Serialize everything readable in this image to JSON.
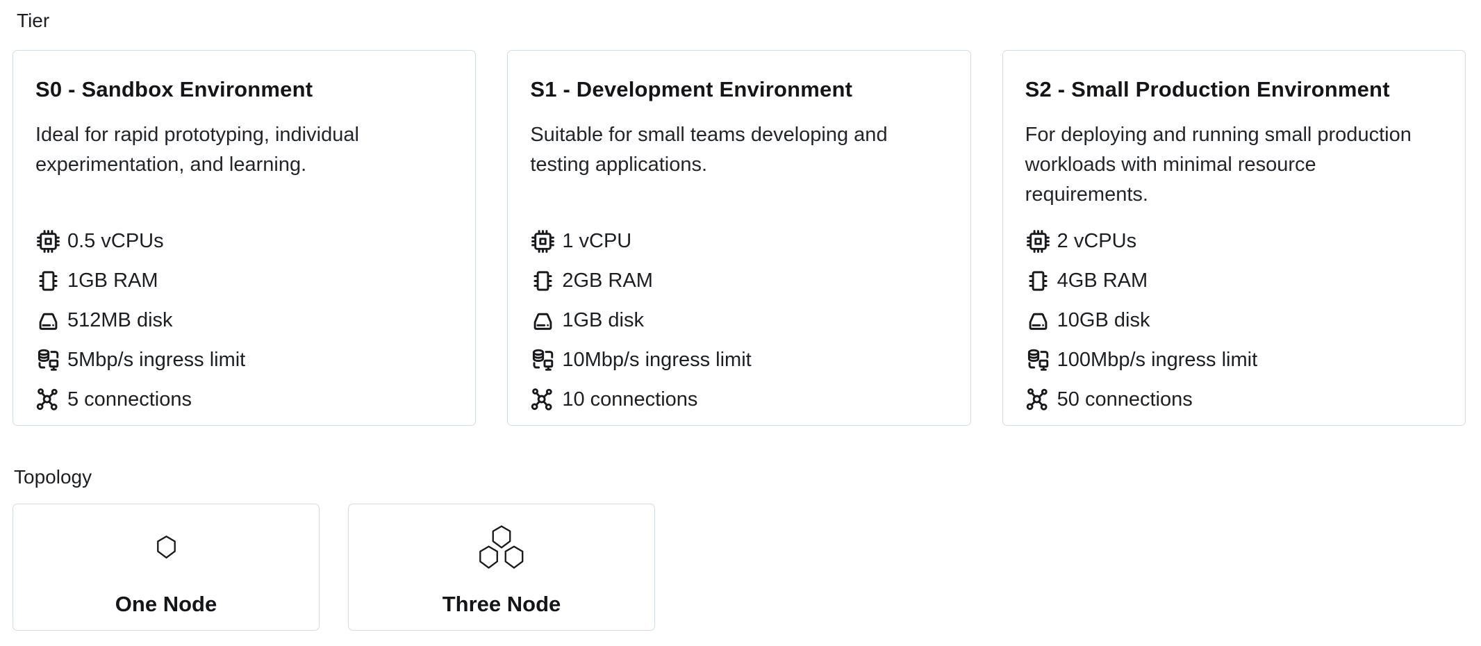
{
  "tier_section": {
    "label": "Tier",
    "cards": [
      {
        "title": "S0 - Sandbox Environment",
        "description": "Ideal for rapid prototyping, individual experimentation, and learning.",
        "specs": [
          {
            "icon": "cpu-icon",
            "text": "0.5 vCPUs"
          },
          {
            "icon": "ram-icon",
            "text": "1GB RAM"
          },
          {
            "icon": "disk-icon",
            "text": "512MB disk"
          },
          {
            "icon": "ingress-icon",
            "text": "5Mbp/s ingress limit"
          },
          {
            "icon": "connections-icon",
            "text": "5 connections"
          }
        ]
      },
      {
        "title": "S1 - Development Environment",
        "description": "Suitable for small teams developing and testing applications.",
        "specs": [
          {
            "icon": "cpu-icon",
            "text": "1 vCPU"
          },
          {
            "icon": "ram-icon",
            "text": "2GB RAM"
          },
          {
            "icon": "disk-icon",
            "text": "1GB disk"
          },
          {
            "icon": "ingress-icon",
            "text": "10Mbp/s ingress limit"
          },
          {
            "icon": "connections-icon",
            "text": "10 connections"
          }
        ]
      },
      {
        "title": "S2 - Small Production Environment",
        "description": "For deploying and running small production workloads with minimal resource requirements.",
        "specs": [
          {
            "icon": "cpu-icon",
            "text": "2 vCPUs"
          },
          {
            "icon": "ram-icon",
            "text": "4GB RAM"
          },
          {
            "icon": "disk-icon",
            "text": "10GB disk"
          },
          {
            "icon": "ingress-icon",
            "text": "100Mbp/s ingress limit"
          },
          {
            "icon": "connections-icon",
            "text": "50 connections"
          }
        ]
      }
    ]
  },
  "topology_section": {
    "label": "Topology",
    "options": [
      {
        "icon": "one-node-icon",
        "label": "One Node"
      },
      {
        "icon": "three-node-icon",
        "label": "Three Node"
      }
    ]
  },
  "colors": {
    "card_border": "#d2dce3",
    "text": "#1b1e22"
  }
}
